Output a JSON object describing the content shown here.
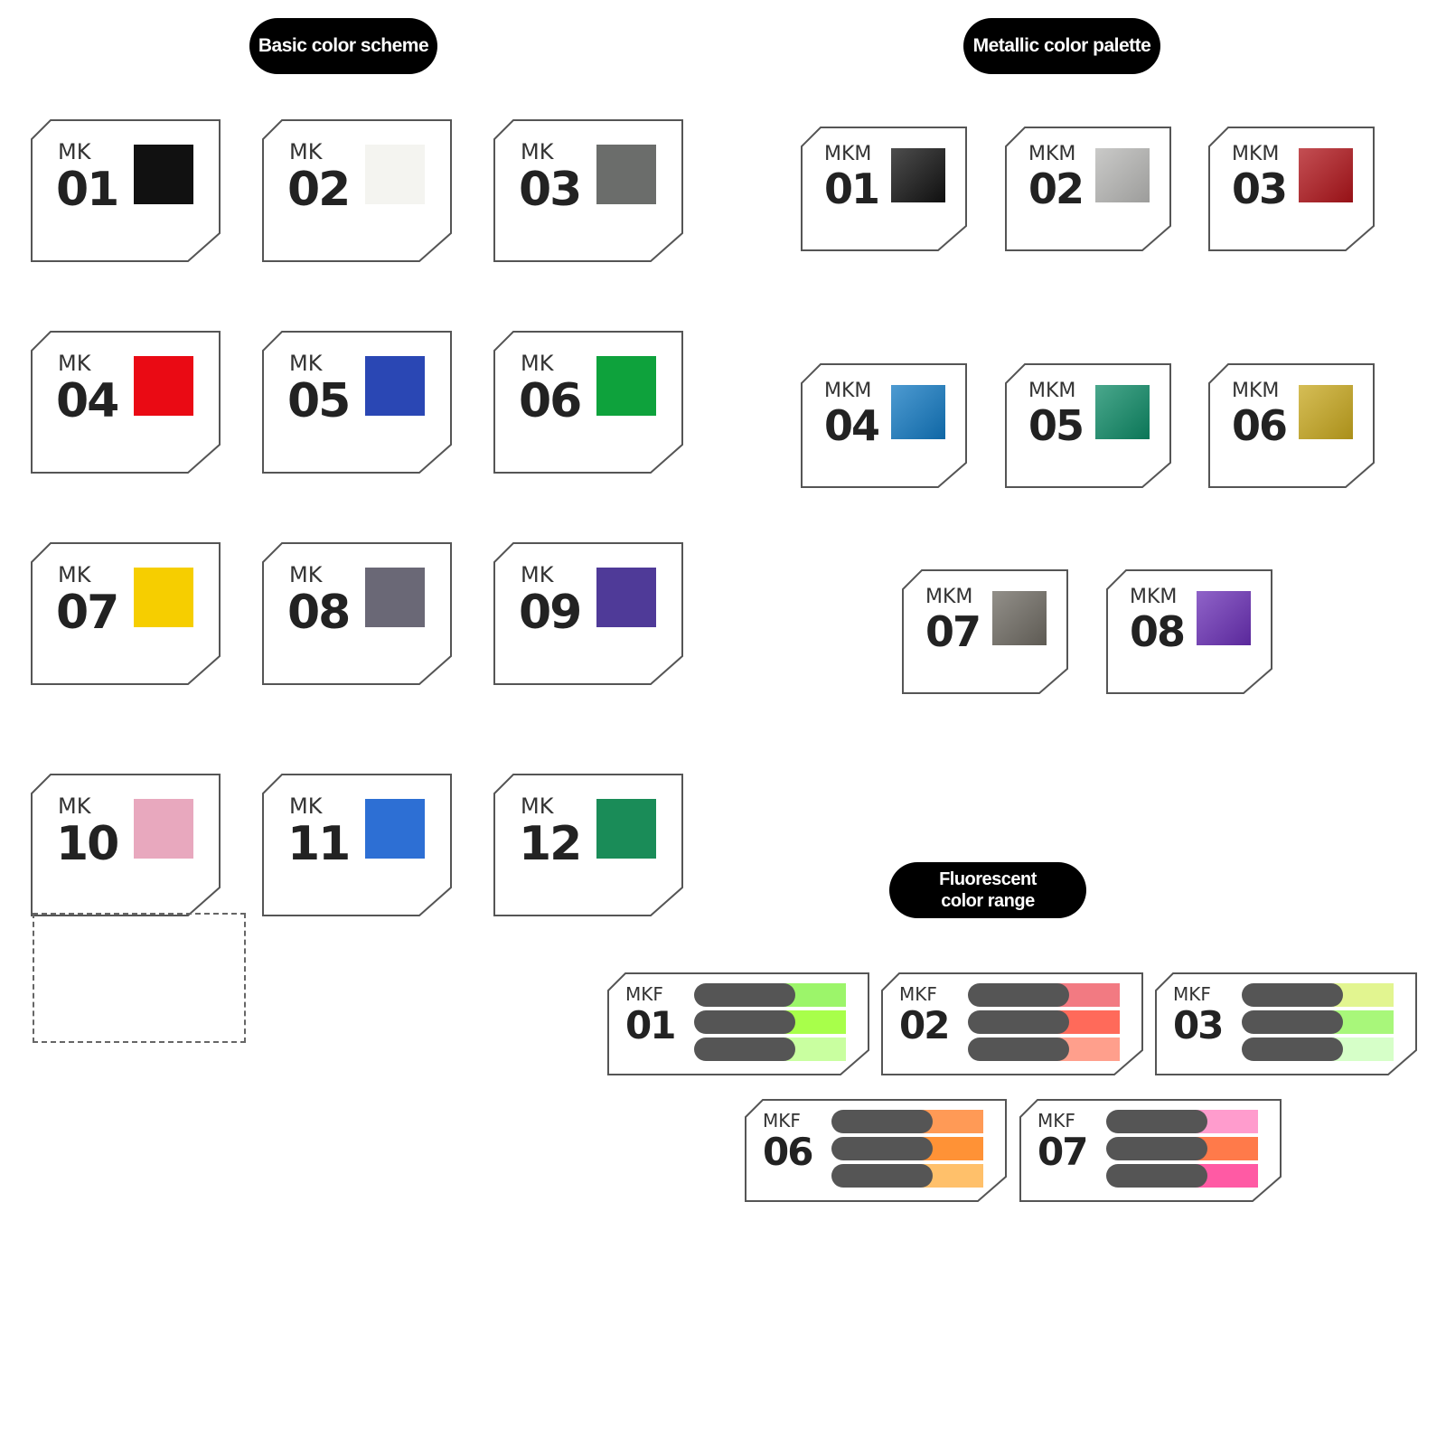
{
  "headers": {
    "basic": "Basic color scheme",
    "metallic": "Metallic color palette",
    "fluorescent_line1": "Fluorescent",
    "fluorescent_line2": "color range"
  },
  "basic": [
    {
      "prefix": "MK",
      "number": "01",
      "color": "#111111"
    },
    {
      "prefix": "MK",
      "number": "02",
      "color": "#f4f4f0"
    },
    {
      "prefix": "MK",
      "number": "03",
      "color": "#6b6d6b"
    },
    {
      "prefix": "MK",
      "number": "04",
      "color": "#ea0a14"
    },
    {
      "prefix": "MK",
      "number": "05",
      "color": "#2a47b4"
    },
    {
      "prefix": "MK",
      "number": "06",
      "color": "#0ea23c"
    },
    {
      "prefix": "MK",
      "number": "07",
      "color": "#f6ce00"
    },
    {
      "prefix": "MK",
      "number": "08",
      "color": "#6a6876"
    },
    {
      "prefix": "MK",
      "number": "09",
      "color": "#4f3a98"
    },
    {
      "prefix": "MK",
      "number": "10",
      "color": "#e8a8be"
    },
    {
      "prefix": "MK",
      "number": "11",
      "color": "#2d6fd4"
    },
    {
      "prefix": "MK",
      "number": "12",
      "color": "#1a8c58"
    }
  ],
  "metallic": [
    {
      "prefix": "MKM",
      "number": "01",
      "color": "#121212"
    },
    {
      "prefix": "MKM",
      "number": "02",
      "color": "#b8b8b6"
    },
    {
      "prefix": "MKM",
      "number": "03",
      "color": "#b0141a"
    },
    {
      "prefix": "MKM",
      "number": "04",
      "color": "#1279c2"
    },
    {
      "prefix": "MKM",
      "number": "05",
      "color": "#0d8a66"
    },
    {
      "prefix": "MKM",
      "number": "06",
      "color": "#c8a81e"
    },
    {
      "prefix": "MKM",
      "number": "07",
      "color": "#6e6a62"
    },
    {
      "prefix": "MKM",
      "number": "08",
      "color": "#6a2fb6"
    }
  ],
  "fluorescent": [
    {
      "prefix": "MKF",
      "number": "01",
      "colors": [
        "#9cf56a",
        "#a8ff4a",
        "#c9ffa0"
      ]
    },
    {
      "prefix": "MKF",
      "number": "02",
      "colors": [
        "#f27a82",
        "#ff6a5a",
        "#ff9f8c"
      ]
    },
    {
      "prefix": "MKF",
      "number": "03",
      "colors": [
        "#e2f590",
        "#a8f77a",
        "#d6ffc8"
      ]
    },
    {
      "prefix": "MKF",
      "number": "06",
      "colors": [
        "#ff9a56",
        "#ff9236",
        "#ffc06a"
      ]
    },
    {
      "prefix": "MKF",
      "number": "07",
      "colors": [
        "#ff9ccd",
        "#ff7a4a",
        "#ff5aa4"
      ]
    }
  ]
}
